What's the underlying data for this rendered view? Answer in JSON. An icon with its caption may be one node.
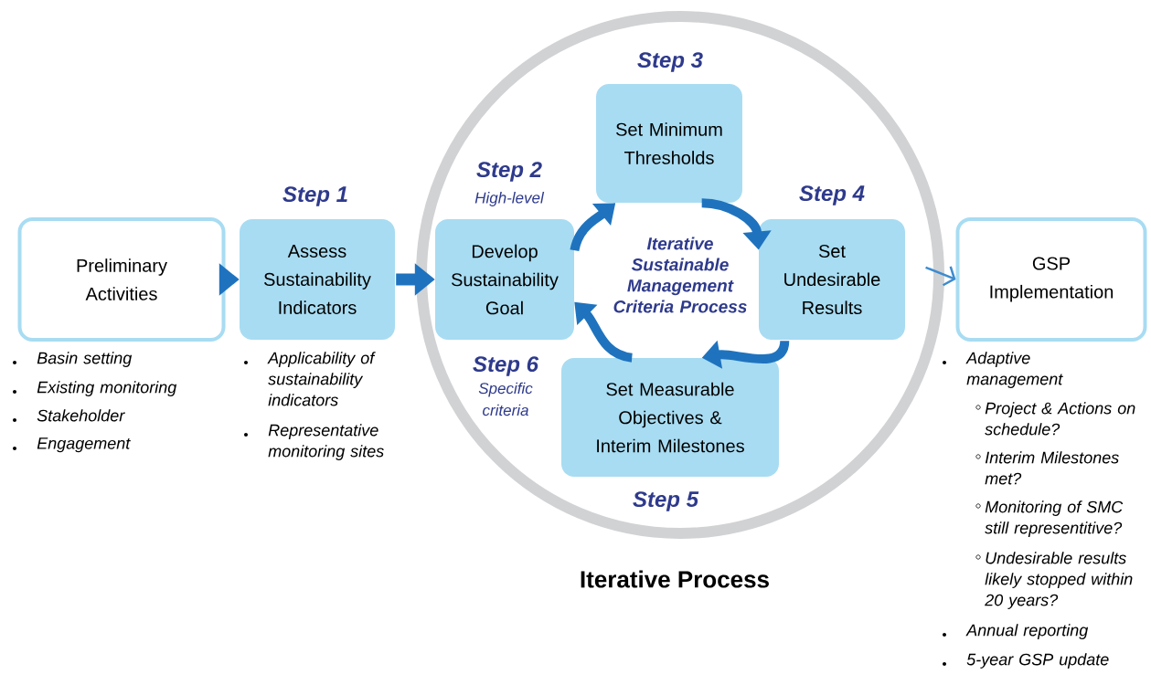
{
  "diagram": {
    "nodes": [
      {
        "text": [
          "Preliminary Activities"
        ],
        "beside": [
          "Basin setting",
          "Existing monitoring",
          "Stakeholder",
          "Engagement"
        ]
      },
      {
        "text": [
          "Step 1",
          "Assess Sustainability Indicators"
        ],
        "beside": [
          "Applicability of sustainability indicators",
          "Representative monitoring sites"
        ]
      },
      {
        "text": [
          "Iterative Sustainable Management Criteria Process"
        ],
        "beside": [
          "Iterative Process"
        ]
      },
      {
        "text": [
          "Step 2",
          "Develop Sustainability Goal"
        ],
        "beside": [
          "High-level"
        ],
        "in": 2
      },
      {
        "text": [
          "Step 3",
          "Set Minimum Thresholds"
        ],
        "in": 2
      },
      {
        "text": [
          "Step 4",
          "Set Undesirable Results"
        ],
        "in": 2
      },
      {
        "text": [
          "Set Measurable Objectives & Interim Milestones",
          "Step 5"
        ],
        "in": 2
      },
      {
        "text": [
          "GSP Implementation"
        ],
        "beside": [
          "Adaptive management",
          "Project & Actions on schedule?",
          "Interim Milestones met?",
          "Monitoring of SMC still representitive?",
          "Undesirable results likely stopped within 20 years?",
          "Annual reporting",
          "5-year GSP update"
        ]
      }
    ],
    "edges": [
      {
        "from": 0,
        "to": 1,
        "arrow": "to"
      },
      {
        "from": 1,
        "to": 3,
        "arrow": "to"
      },
      {
        "from": 3,
        "to": 4,
        "arrow": "to"
      },
      {
        "from": 4,
        "to": 5,
        "arrow": "to"
      },
      {
        "from": 5,
        "to": 6,
        "arrow": "to"
      },
      {
        "from": 6,
        "to": 3,
        "arrow": "to"
      },
      {
        "from": 2,
        "to": 7,
        "arrow": "to"
      }
    ],
    "labels": [
      "Step 6",
      "Specific criteria"
    ]
  }
}
